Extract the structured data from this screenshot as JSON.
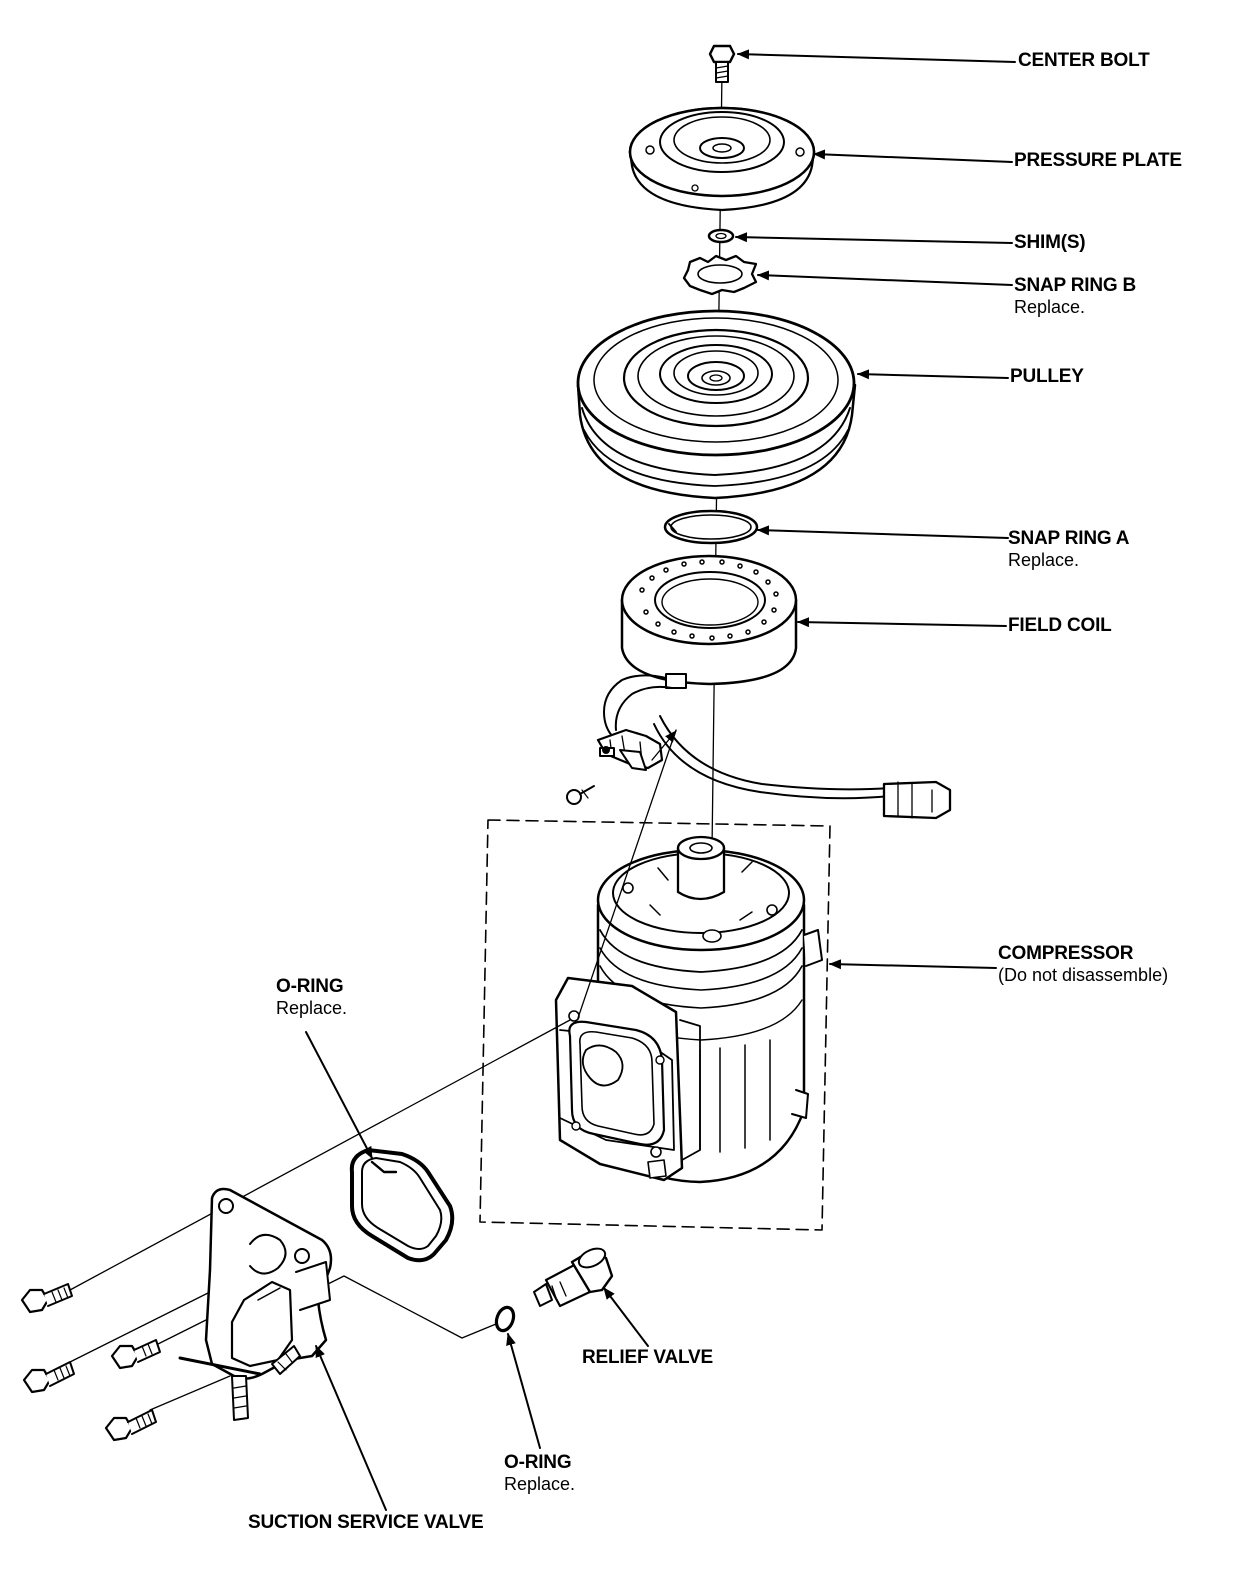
{
  "labels": {
    "center_bolt": "CENTER BOLT",
    "pressure_plate": "PRESSURE PLATE",
    "shims": "SHIM(S)",
    "snap_ring_b": "SNAP RING B",
    "snap_ring_b_note": "Replace.",
    "pulley": "PULLEY",
    "snap_ring_a": "SNAP RING A",
    "snap_ring_a_note": "Replace.",
    "field_coil": "FIELD COIL",
    "compressor": "COMPRESSOR",
    "compressor_note": "(Do not disassemble)",
    "oring_upper": "O-RING",
    "oring_upper_note": "Replace.",
    "relief_valve": "RELIEF VALVE",
    "oring_lower": "O-RING",
    "oring_lower_note": "Replace.",
    "suction_service_valve": "SUCTION SERVICE VALVE"
  }
}
